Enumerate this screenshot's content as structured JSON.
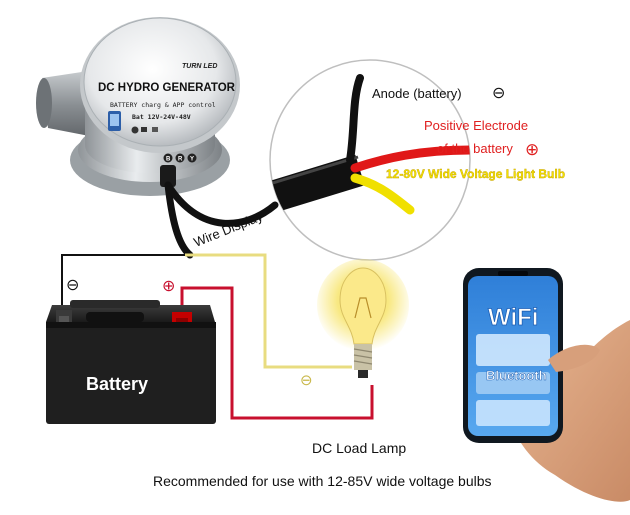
{
  "generator": {
    "brand": "TURN LED",
    "title": "DC HYDRO GENERATOR",
    "subtitle": "BATTERY charg & APP control",
    "spec": "Bat 12V-24V-48V",
    "icon_letters": [
      "B",
      "R",
      "Y"
    ]
  },
  "callout": {
    "anode_label": "Anode (battery)",
    "positive_line1": "Positive Electrode",
    "positive_line2": "of the battery",
    "bulb_label": "12-80V Wide Voltage Light Bulb",
    "minus_symbol": "⊖",
    "plus_symbol": "⊕"
  },
  "wire_display_label": "Wire Display",
  "battery": {
    "label": "Battery",
    "minus_symbol": "⊖",
    "plus_symbol": "⊕"
  },
  "lamp": {
    "minus_symbol": "⊖",
    "label": "DC Load Lamp"
  },
  "phone": {
    "wifi_label": "WiFi",
    "bluetooth_label": "Bluetooth"
  },
  "footer_note": "Recommended for use with 12-85V wide voltage bulbs",
  "colors": {
    "positive_red": "#e02020",
    "wire_red": "#c8102e",
    "wire_yellow": "#f2e200",
    "wire_black": "#111111",
    "lamp_wire_yellow": "#e8dc80",
    "battery_body": "#1f1f1f"
  }
}
